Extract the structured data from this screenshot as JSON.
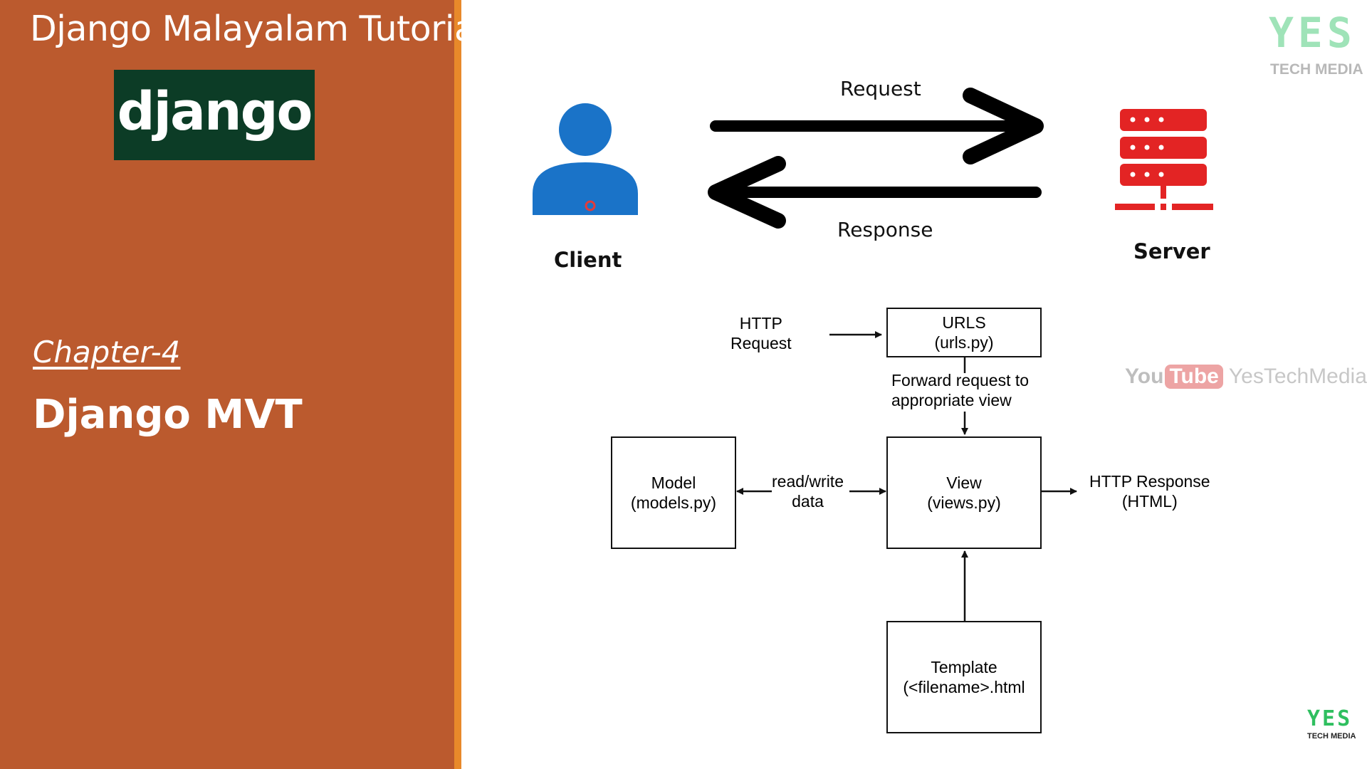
{
  "sidebar": {
    "series_title": "Django Malayalam Tutorial",
    "logo_text": "django",
    "chapter_label": "Chapter-4",
    "chapter_title": "Django MVT",
    "background_color": "#bb5a2e",
    "stripe_color": "#e8892a",
    "logo_background": "#0c3c26"
  },
  "client_server": {
    "client_label": "Client",
    "server_label": "Server",
    "request_label": "Request",
    "response_label": "Response",
    "client_icon": "user-icon",
    "server_icon": "server-stack-icon",
    "client_color": "#1a73c8",
    "server_color": "#e32424"
  },
  "mvt_flow": {
    "http_request": [
      "HTTP",
      "Request"
    ],
    "urls_box": [
      "URLS",
      "(urls.py)"
    ],
    "forward_label": [
      "Forward request to",
      "appropriate view"
    ],
    "model_box": [
      "Model",
      "(models.py)"
    ],
    "read_write_label": [
      "read/write",
      "data"
    ],
    "view_box": [
      "View",
      "(views.py)"
    ],
    "http_response": [
      "HTTP Response",
      "(HTML)"
    ],
    "template_box": [
      "Template",
      "(<filename>.html"
    ]
  },
  "watermarks": {
    "top_yes": "YES",
    "top_sub": "TECH MEDIA",
    "youtube_you": "You",
    "youtube_tube": "Tube",
    "youtube_channel": "YesTechMedia",
    "bottom_yes": "YES",
    "bottom_sub": "TECH MEDIA"
  }
}
